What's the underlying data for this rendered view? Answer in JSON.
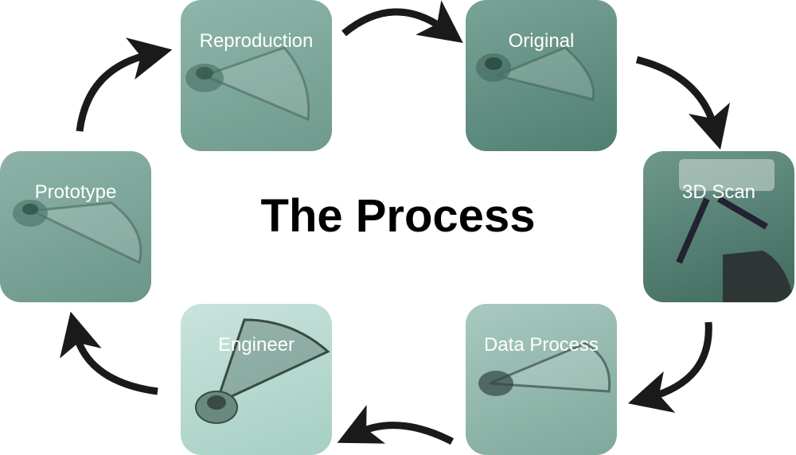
{
  "title": "The Process",
  "steps": [
    {
      "label": "Reproduction"
    },
    {
      "label": "Original"
    },
    {
      "label": "3D Scan"
    },
    {
      "label": "Data Process"
    },
    {
      "label": "Engineer"
    },
    {
      "label": "Prototype"
    }
  ],
  "colors": {
    "tile_tint": "#7aa397",
    "arrow": "#1a1a1a"
  }
}
